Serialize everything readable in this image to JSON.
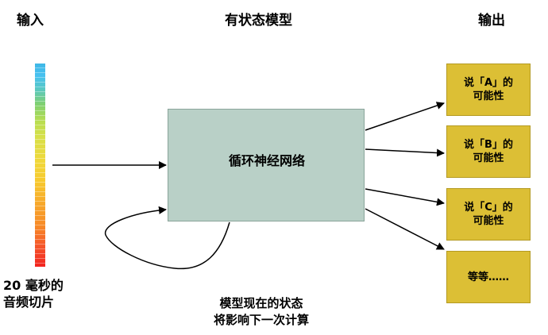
{
  "headers": {
    "input": "输入",
    "model": "有状态模型",
    "output": "输出"
  },
  "input": {
    "caption_line1": "20 毫秒的",
    "caption_line2": "音频切片"
  },
  "model": {
    "label": "循环神经网络",
    "state_line1": "模型现在的状态",
    "state_line2": "将影响下一次计算"
  },
  "outputs": [
    {
      "line1": "说「A」的",
      "line2": "可能性"
    },
    {
      "line1": "说「B」的",
      "line2": "可能性"
    },
    {
      "line1": "说「C」的",
      "line2": "可能性"
    },
    {
      "line1": "等等……",
      "line2": ""
    }
  ],
  "colors": {
    "model_fill": "#b9d0c7",
    "output_fill": "#dcbf35",
    "arrow": "#000000"
  }
}
